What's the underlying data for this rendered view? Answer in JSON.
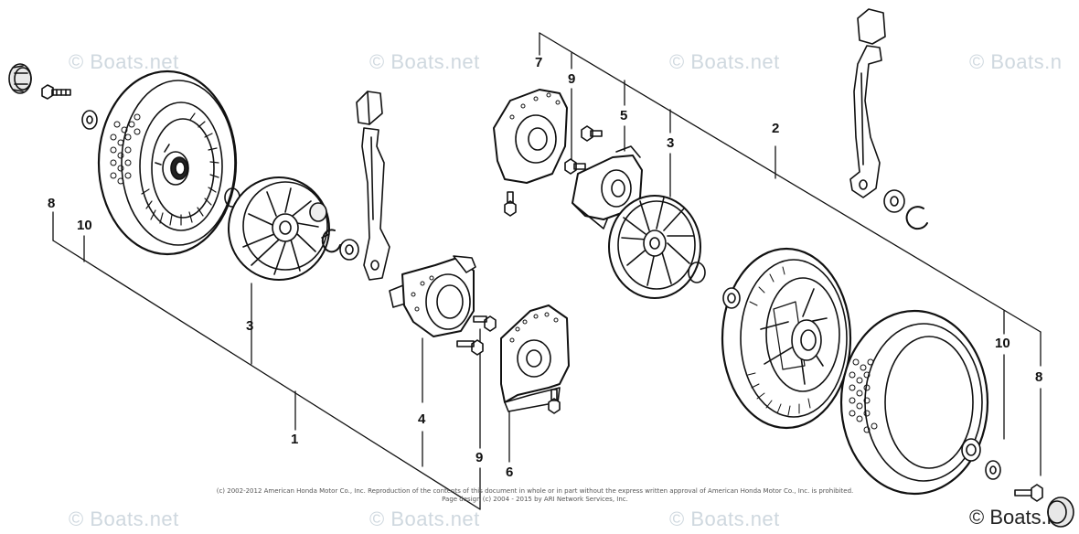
{
  "watermarks": {
    "text": "© Boats.net",
    "corner_text": "© Boats.n"
  },
  "callouts": {
    "c1": "1",
    "c2": "2",
    "c3a": "3",
    "c3b": "3",
    "c4": "4",
    "c5": "5",
    "c6": "6",
    "c7": "7",
    "c8a": "8",
    "c8b": "8",
    "c9a": "9",
    "c9b": "9",
    "c10a": "10",
    "c10b": "10"
  },
  "copyright": {
    "line1": "(c) 2002-2012 American Honda Motor Co., Inc. Reproduction of the contents of this document in whole or in part without the express written approval of American Honda Motor Co., Inc. is prohibited.",
    "line2": "Page design (c) 2004 - 2015 by ARI Network Services, Inc."
  }
}
